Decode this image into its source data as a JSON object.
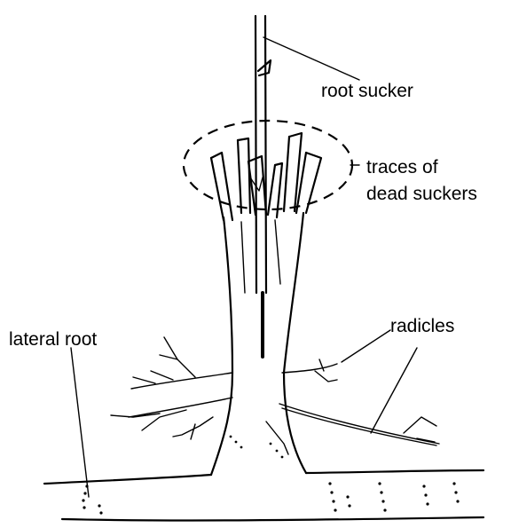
{
  "labels": {
    "root_sucker": "root sucker",
    "traces_line1": "traces of",
    "traces_line2": "dead suckers",
    "radicles": "radicles",
    "lateral_root": "lateral root"
  },
  "colors": {
    "ink": "#000000",
    "background": "#ffffff"
  }
}
